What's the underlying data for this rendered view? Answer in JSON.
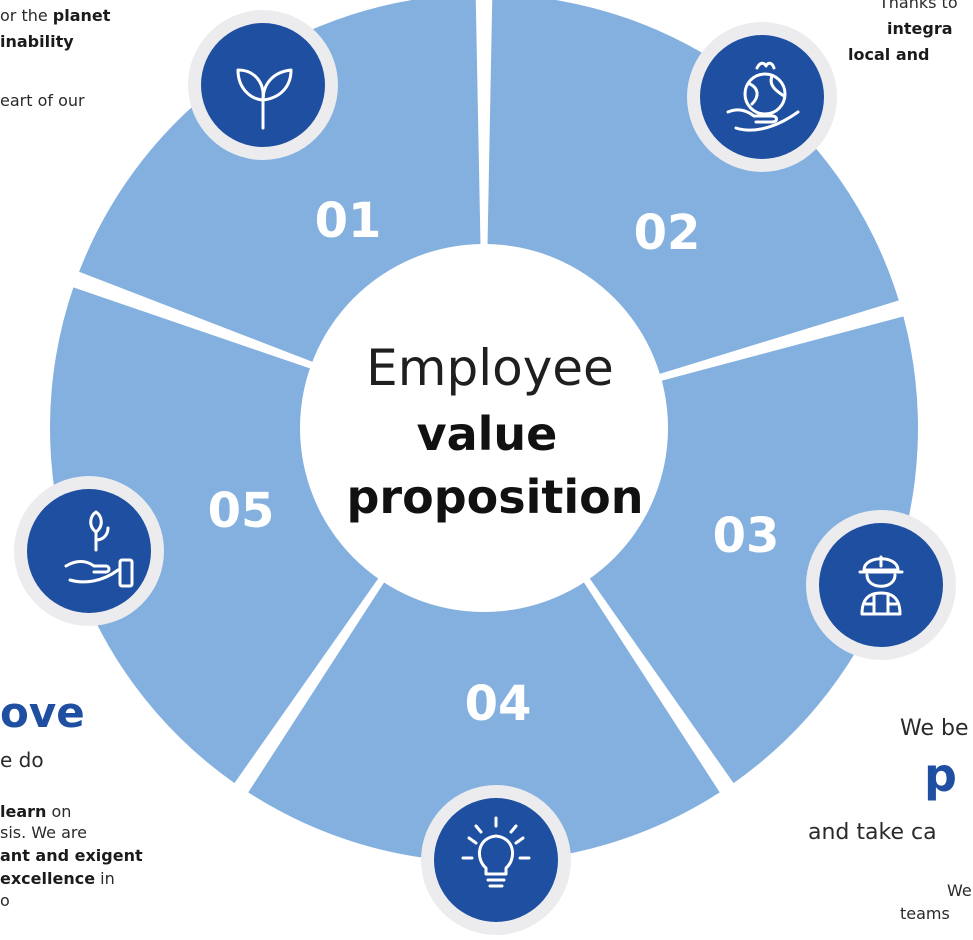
{
  "center": {
    "line1": "Employee",
    "line2": "value",
    "line3": "proposition"
  },
  "segments": [
    {
      "number": "01",
      "icon": "sprout-icon"
    },
    {
      "number": "02",
      "icon": "globe-in-hand-icon"
    },
    {
      "number": "03",
      "icon": "worker-helmet-icon"
    },
    {
      "number": "04",
      "icon": "lightbulb-icon"
    },
    {
      "number": "05",
      "icon": "plant-in-hand-icon"
    }
  ],
  "colors": {
    "segment": "#84b0df",
    "icon_circle": "#1f4fa0",
    "outer_ring": "#ececef",
    "number_text": "#ffffff",
    "center_fill": "#ffffff",
    "heading_blue": "#1f4fa0"
  },
  "text_top_left": {
    "l1_pre": "or the ",
    "l1_bold": "planet",
    "l2_bold": "inability",
    "l3": "eart of our"
  },
  "text_top_right": {
    "l1": "Thanks to",
    "l2_bold": "integra",
    "l3_bold": "local and"
  },
  "text_bottom_left": {
    "heading": "ove",
    "l1": "e do",
    "l2_bold": "learn",
    "l2_rest": " on",
    "l3": "sis. We are",
    "l4_bold": "ant and exigent",
    "l5_bold": "excellence",
    "l5_rest": " in",
    "l6": "o"
  },
  "text_bottom_right": {
    "l1": "We be",
    "heading": "p",
    "l2": "and take ca",
    "l3": "We",
    "l4": "teams"
  }
}
